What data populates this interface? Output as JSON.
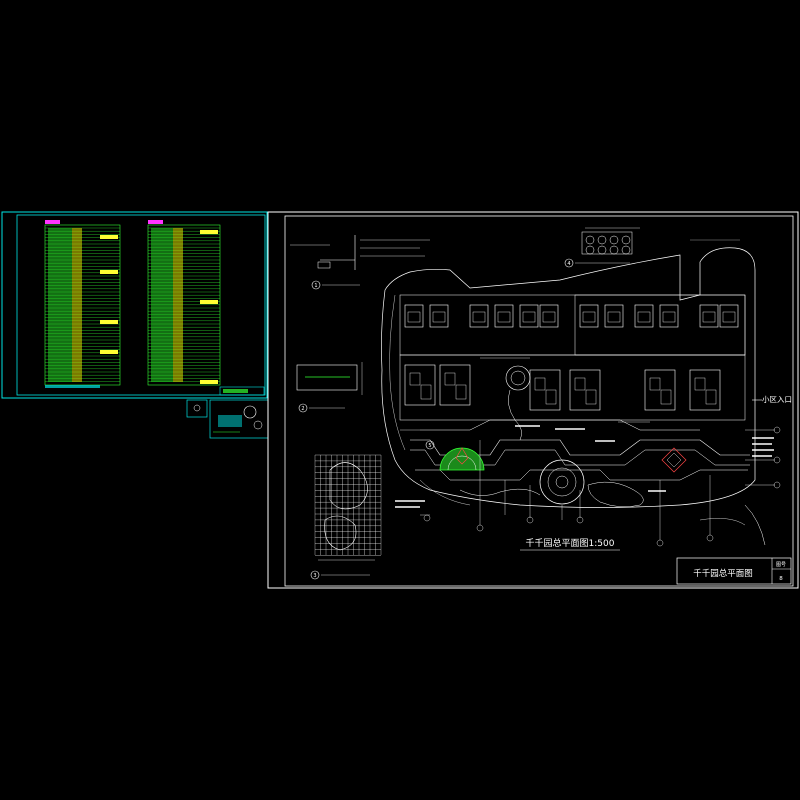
{
  "colors": {
    "background": "#000000",
    "frame_cyan": "#00e5e5",
    "table_green": "#33ff33",
    "table_yellow": "#ffff33",
    "table_magenta": "#ff33ff",
    "line_white": "#ffffff",
    "accent_red": "#ff4444"
  },
  "main_drawing": {
    "plan_caption": "千千园总平面图1:500",
    "title_block_name": "千千园总平面图",
    "title_block_field": "图号",
    "title_block_sheet": "8",
    "entrance_label": "小区入口",
    "detail_markers": [
      "1",
      "2",
      "3",
      "4",
      "5"
    ]
  },
  "icons": {
    "north_arrow": "north-arrow-icon",
    "detail_marker": "detail-circle-icon"
  }
}
